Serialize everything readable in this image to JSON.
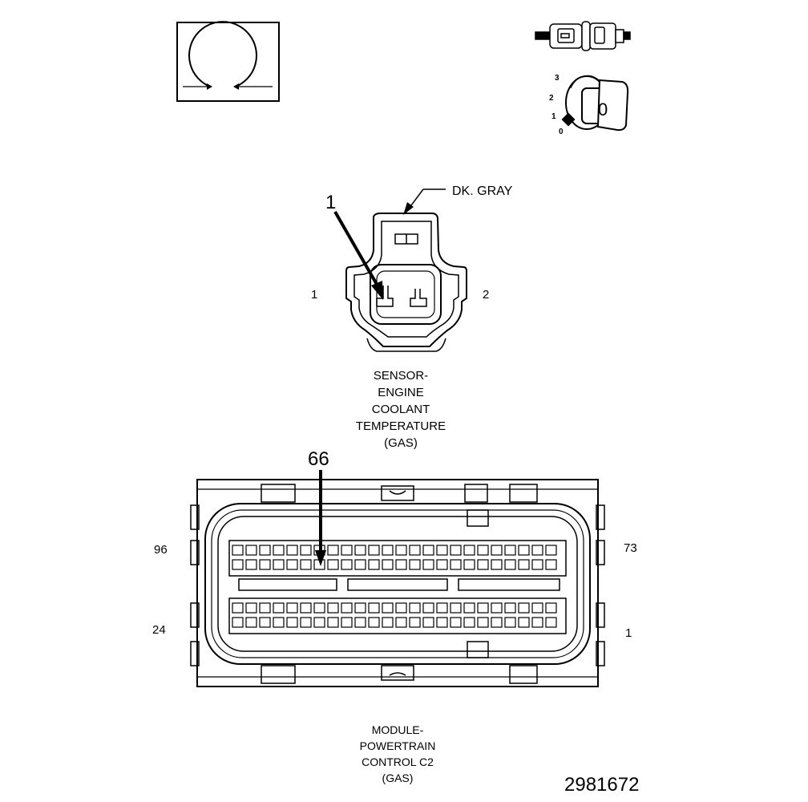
{
  "icons": {
    "ohmmeter": "ohm-symbol-icon",
    "connector_unplug": "connector-disconnect-icon",
    "ignition_key": "ignition-key-icon"
  },
  "key": {
    "positions": [
      "3",
      "2",
      "1",
      "0"
    ],
    "label": "0"
  },
  "sensor_connector": {
    "color_label": "DK. GRAY",
    "callout": "1",
    "pin_left": "1",
    "pin_right": "2",
    "caption": [
      "SENSOR-",
      "ENGINE",
      "COOLANT",
      "TEMPERATURE",
      "(GAS)"
    ]
  },
  "pcm_connector": {
    "callout": "66",
    "pin_96": "96",
    "pin_24": "24",
    "pin_73": "73",
    "pin_1": "1",
    "caption": [
      "MODULE-",
      "POWERTRAIN",
      "CONTROL C2",
      "(GAS)"
    ]
  },
  "figure_number": "2981672"
}
